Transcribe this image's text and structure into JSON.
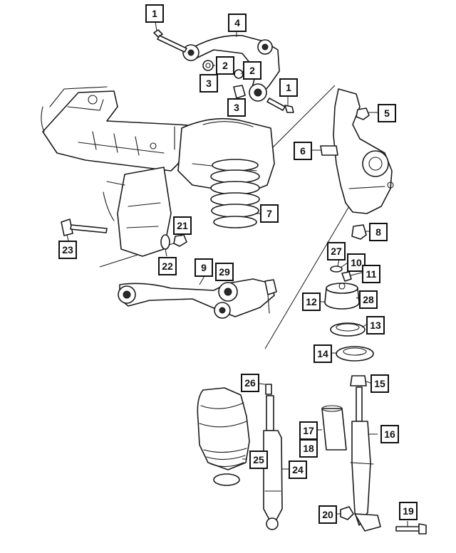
{
  "callouts": [
    {
      "id": "c1a",
      "label": "1"
    },
    {
      "id": "c4",
      "label": "4"
    },
    {
      "id": "c2a",
      "label": "2"
    },
    {
      "id": "c3a",
      "label": "3"
    },
    {
      "id": "c2b",
      "label": "2"
    },
    {
      "id": "c3b",
      "label": "3"
    },
    {
      "id": "c1b",
      "label": "1"
    },
    {
      "id": "c5",
      "label": "5"
    },
    {
      "id": "c6",
      "label": "6"
    },
    {
      "id": "c7",
      "label": "7"
    },
    {
      "id": "c8",
      "label": "8"
    },
    {
      "id": "c21",
      "label": "21"
    },
    {
      "id": "c23",
      "label": "23"
    },
    {
      "id": "c22",
      "label": "22"
    },
    {
      "id": "c27",
      "label": "27"
    },
    {
      "id": "c10",
      "label": "10"
    },
    {
      "id": "c11",
      "label": "11"
    },
    {
      "id": "c9",
      "label": "9"
    },
    {
      "id": "c29",
      "label": "29"
    },
    {
      "id": "c12",
      "label": "12"
    },
    {
      "id": "c28",
      "label": "28"
    },
    {
      "id": "c13",
      "label": "13"
    },
    {
      "id": "c14",
      "label": "14"
    },
    {
      "id": "c26",
      "label": "26"
    },
    {
      "id": "c15",
      "label": "15"
    },
    {
      "id": "c17",
      "label": "17"
    },
    {
      "id": "c16",
      "label": "16"
    },
    {
      "id": "c18",
      "label": "18"
    },
    {
      "id": "c25",
      "label": "25"
    },
    {
      "id": "c24",
      "label": "24"
    },
    {
      "id": "c20",
      "label": "20"
    },
    {
      "id": "c19",
      "label": "19"
    }
  ]
}
